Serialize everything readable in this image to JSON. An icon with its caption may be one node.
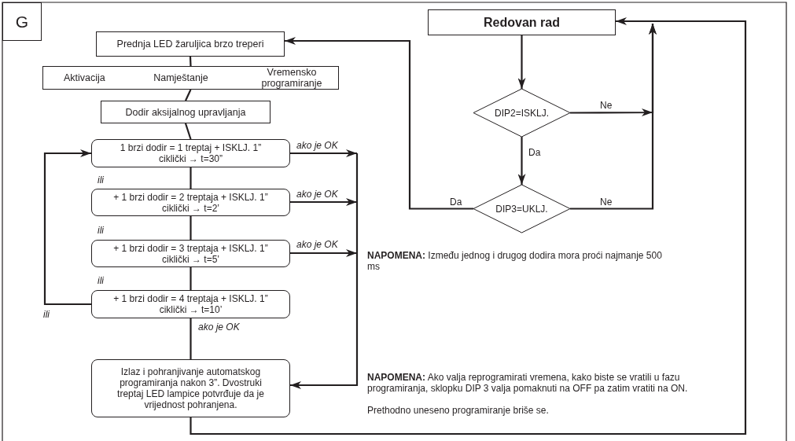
{
  "diagram": {
    "nodes": [
      {
        "text": [
          "G"
        ]
      },
      {
        "text": [
          "Prednja LED žaruljica brzo treperi"
        ]
      },
      {
        "text": [
          "Aktivacija",
          "Namještanje",
          "Vremensko programiranje"
        ]
      },
      {
        "text": [
          "Dodir aksijalnog upravljanja"
        ]
      },
      {
        "text": [
          "1 brzi dodir = 1 treptaj + ISKLJ. 1” ciklički → t=30”"
        ]
      },
      {
        "text": [
          "+ 1 brzi dodir = 2 treptaja + ISKLJ. 1” ciklički → t=2’"
        ]
      },
      {
        "text": [
          "+ 1 brzi dodir = 3 treptaja + ISKLJ. 1” ciklički → t=5’"
        ]
      },
      {
        "text": [
          "+ 1 brzi dodir = 4 treptaja + ISKLJ. 1” ciklički → t=10’"
        ]
      },
      {
        "text": [
          "Izlaz i pohranjivanje automatskog programiranja nakon 3”. Dvostruki treptaj LED lampice potvrđuje da je vrijednost pohranjena."
        ]
      },
      {
        "text": [
          "Redovan rad"
        ]
      },
      {
        "text": [
          "DIP2=ISKLJ."
        ]
      },
      {
        "text": [
          "DIP3=UKLJ."
        ]
      }
    ],
    "edges": [
      {
        "from": 1,
        "to": 2,
        "arrow": "none"
      },
      {
        "from": 2,
        "to": 3,
        "arrow": "none"
      },
      {
        "from": 3,
        "to": 4,
        "arrow": "none"
      },
      {
        "from": 4,
        "to": 5,
        "arrow": "none"
      },
      {
        "from": 5,
        "to": 6,
        "arrow": "none"
      },
      {
        "from": 6,
        "to": 7,
        "arrow": "none"
      },
      {
        "from": 7,
        "to": 4,
        "arrow": "to"
      },
      {
        "from": 7,
        "to": 8,
        "arrow": "none",
        "label": "ako je OK"
      },
      {
        "from": 4,
        "to": 8,
        "arrow": "to",
        "label": "ako je OK"
      },
      {
        "from": 5,
        "to": 8,
        "arrow": "to",
        "label": "ako je OK"
      },
      {
        "from": 6,
        "to": 8,
        "arrow": "to",
        "label": "ako je OK"
      },
      {
        "from": 8,
        "to": 9,
        "arrow": "to"
      },
      {
        "from": 9,
        "to": 10,
        "arrow": "to"
      },
      {
        "from": 10,
        "to": 11,
        "arrow": "to",
        "label": "Da"
      },
      {
        "from": 10,
        "to": 9,
        "arrow": "to",
        "label": "Ne"
      },
      {
        "from": 11,
        "to": 9,
        "arrow": "to",
        "label": "Ne"
      },
      {
        "from": 11,
        "to": 1,
        "arrow": "to",
        "label": "Da"
      }
    ],
    "labels": [
      "ili",
      "ili",
      "ili",
      "ili",
      "**NAPOMENA:** Između jednog i drugog dodira mora proći najmanje 500 ms",
      "**NAPOMENA:** Ako valja reprogramirati vremena, kako biste se vratili u fazu programiranja, sklopku DIP 3 valja pomaknuti na OFF pa zatim vratiti na ON.",
      "Prethodno uneseno programiranje briše se."
    ]
  }
}
